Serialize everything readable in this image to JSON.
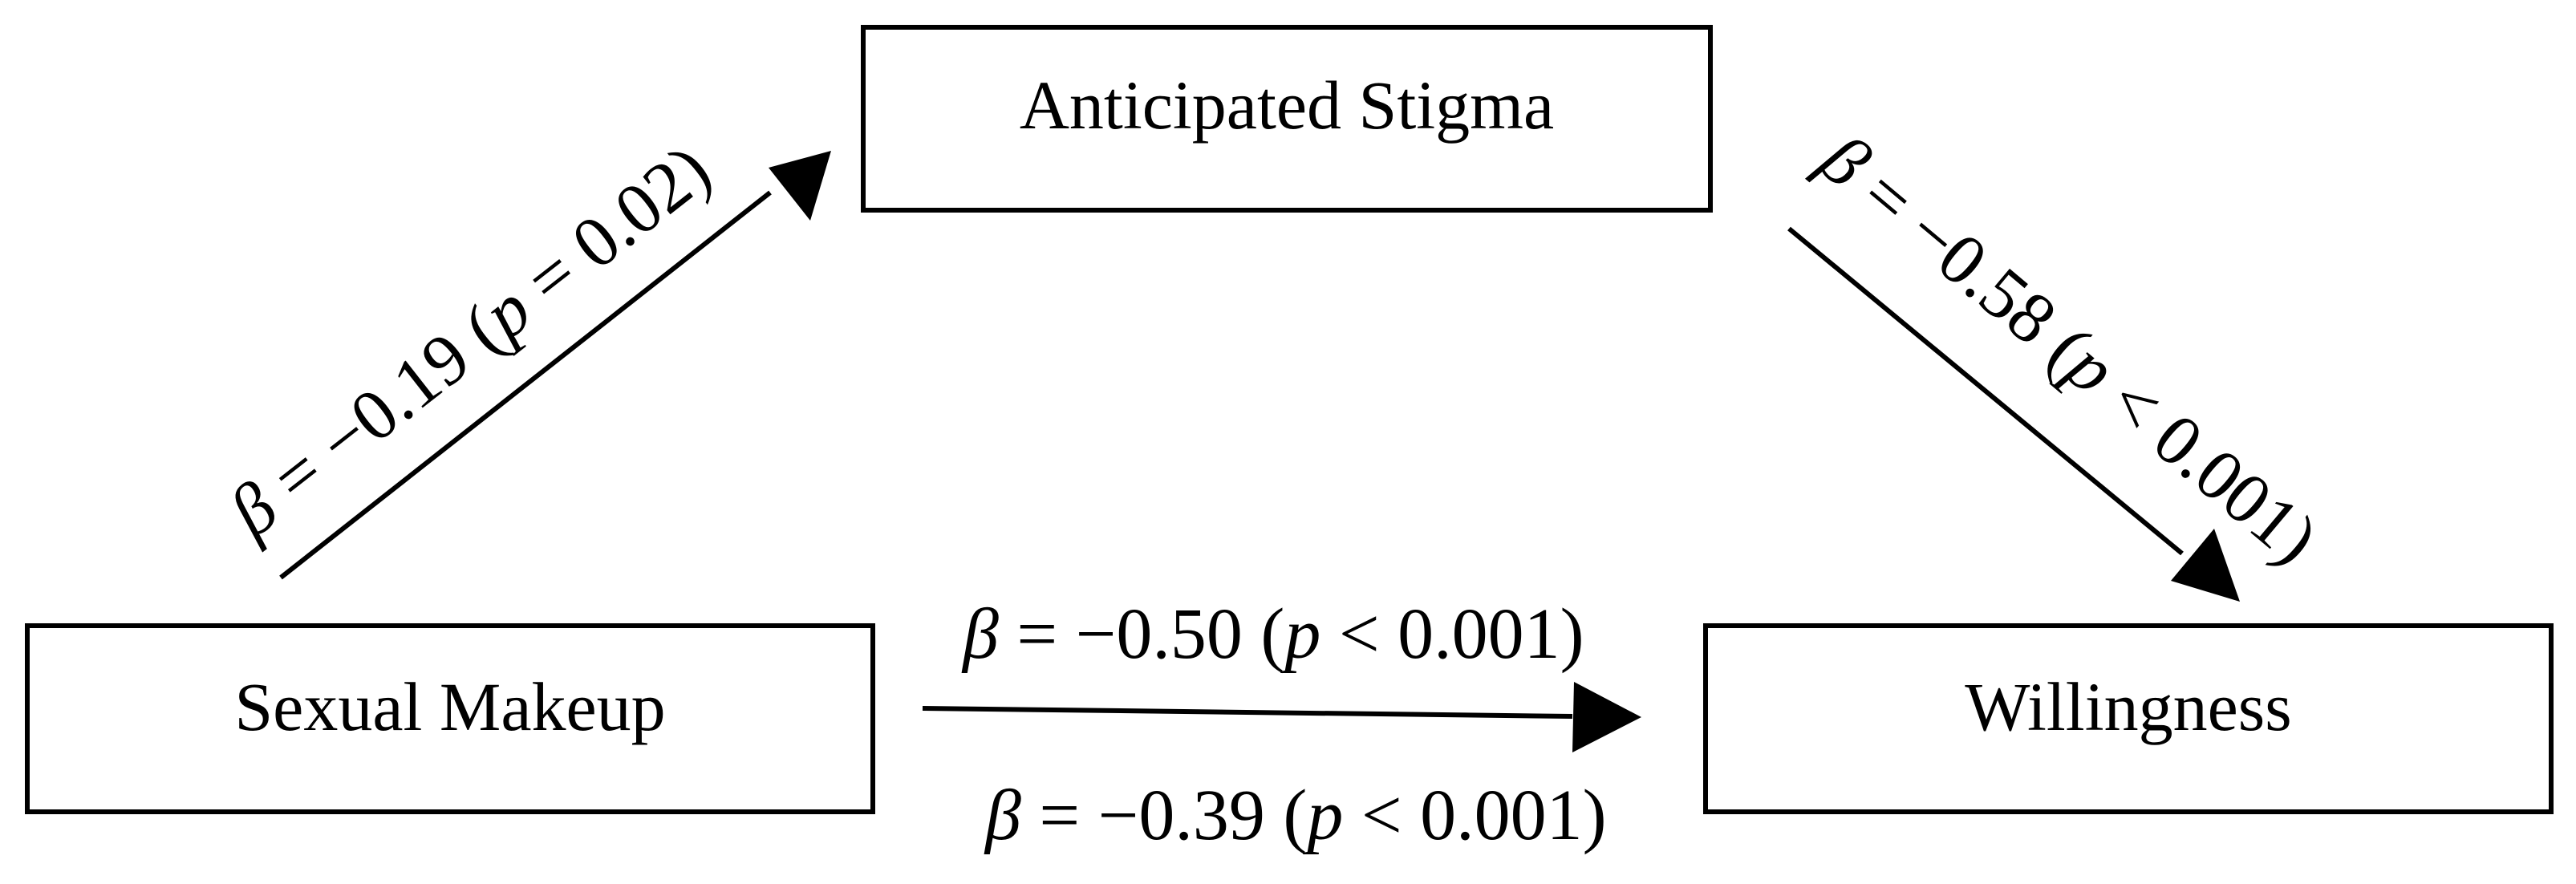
{
  "nodes": {
    "predictor": "Sexual Makeup",
    "mediator": "Anticipated Stigma",
    "outcome": "Willingness"
  },
  "paths": {
    "a": {
      "beta": "β",
      "eq": " = ",
      "value": "−0.19",
      "open": " (",
      "p": "p",
      "rel": " = ",
      "pval": "0.02",
      "close": ")"
    },
    "b": {
      "beta": "β",
      "eq": " = ",
      "value": "−0.58",
      "open": " (",
      "p": "p",
      "rel": " < ",
      "pval": "0.001",
      "close": ")"
    },
    "c_total": {
      "beta": "β",
      "eq": " = ",
      "value": "−0.50",
      "open": " (",
      "p": "p",
      "rel": " < ",
      "pval": "0.001",
      "close": ")"
    },
    "c_direct": {
      "beta": "β",
      "eq": " = ",
      "value": "−0.39",
      "open": " (",
      "p": "p",
      "rel": " < ",
      "pval": "0.001",
      "close": ")"
    }
  }
}
